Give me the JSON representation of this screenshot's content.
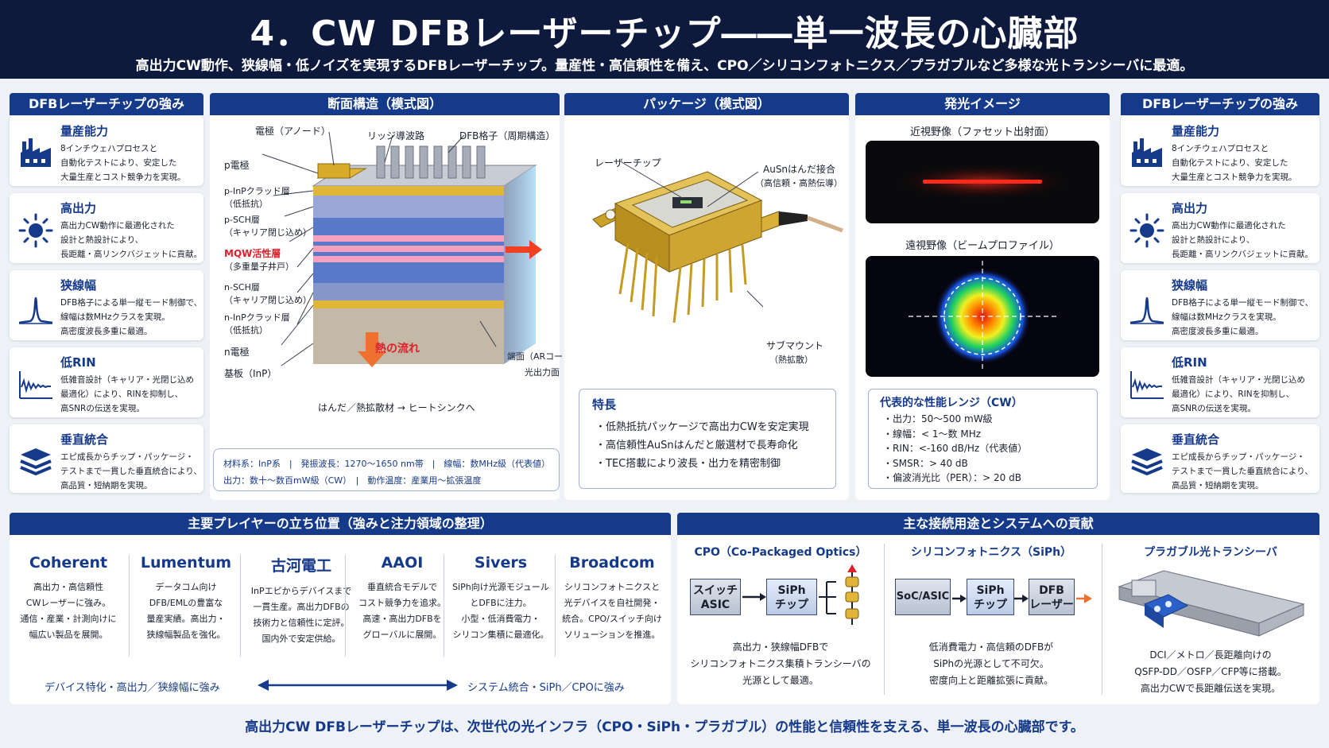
{
  "header": {
    "title": "4．CW DFBレーザーチップ――単一波長の心臓部",
    "subtitle": "高出力CW動作、狭線幅・低ノイズを実現するDFBレーザーチップ。量産性・高信頼性を備え、CPO／シリコンフォトニクス／プラガブルなど多様な光トランシーバに最適。"
  },
  "colors": {
    "navy": "#0e1a3d",
    "accent": "#163a8a",
    "red": "#e0202a",
    "gold": "#c9a227"
  },
  "strengths_left": {
    "title": "DFBレーザーチップの強み",
    "items": [
      {
        "title": "量産能力",
        "icon": "factory-icon",
        "lines": [
          "8インチウェハプロセスと",
          "自動化テストにより、安定した",
          "大量生産とコスト競争力を実現。"
        ]
      },
      {
        "title": "高出力",
        "icon": "sun-icon",
        "lines": [
          "高出力CW動作に最適化された",
          "設計と熱設計により、",
          "長距離・高リンクバジェットに貢献。"
        ]
      },
      {
        "title": "狭線幅",
        "icon": "spectrum-peak-icon",
        "lines": [
          "DFB格子による単一縦モード制御で、",
          "線幅は数MHzクラスを実現。",
          "高密度波長多重に最適。"
        ]
      },
      {
        "title": "低RIN",
        "icon": "noise-wave-icon",
        "lines": [
          "低雑音設計（キャリア・光閉じ込め",
          "最適化）により、RINを抑制し、",
          "高SNRの伝送を実現。"
        ]
      },
      {
        "title": "垂直統合",
        "icon": "layers-icon",
        "lines": [
          "エピ成長からチップ・パッケージ・",
          "テストまで一貫した垂直統合により、",
          "高品質・短納期を実現。"
        ]
      }
    ]
  },
  "strengths_right": {
    "title": "DFBレーザーチップの強み",
    "items": [
      {
        "title": "量産能力",
        "icon": "factory-icon",
        "lines": [
          "8インチウェハプロセスと",
          "自動化テストにより、安定した",
          "大量生産とコスト競争力を実現。"
        ]
      },
      {
        "title": "高出力",
        "icon": "sun-icon",
        "lines": [
          "高出力CW動作に最適化された",
          "設計と熱設計により、",
          "長距離・高リンクバジェットに貢献。"
        ]
      },
      {
        "title": "狭線幅",
        "icon": "spectrum-peak-icon",
        "lines": [
          "DFB格子による単一縦モード制御で、",
          "線幅は数MHzクラスを実現。",
          "高密度波長多重に最適。"
        ]
      },
      {
        "title": "低RIN",
        "icon": "noise-wave-icon",
        "lines": [
          "低雑音設計（キャリア・光閉じ込め",
          "最適化）により、RINを抑制し、",
          "高SNRの伝送を実現。"
        ]
      },
      {
        "title": "垂直統合",
        "icon": "layers-icon",
        "lines": [
          "エピ成長からチップ・パッケージ・",
          "テストまで一貫した垂直統合により、",
          "高品質・短納期を実現。"
        ]
      }
    ]
  },
  "cross_section": {
    "title": "断面構造（模式図）",
    "labels": {
      "anode": "電極（アノード）",
      "ridge": "リッジ導波路",
      "grating": "DFB格子（周期構造）",
      "p_electrode": "p電極",
      "p_clad": "p-InPクラッド層",
      "p_clad_note": "（低抵抗）",
      "p_sch": "p-SCH層",
      "p_sch_note": "（キャリア閉じ込め）",
      "mqw": "MQW活性層",
      "mqw_note": "（多重量子井戸）",
      "n_sch": "n-SCH層",
      "n_sch_note": "（キャリア閉じ込め）",
      "n_clad": "n-InPクラッド層",
      "n_clad_note": "（低抵抗）",
      "n_electrode": "n電極",
      "substrate": "基板（InP）",
      "heat_flow": "熱の流れ",
      "facet": "端面（ARコート）",
      "facet_note": "光出力面",
      "heatsink": "はんだ／熱拡散材 → ヒートシンクへ"
    },
    "spec_line1": "材料系：InP系　|　発振波長：1270〜1650 nm帯　|　線幅：数MHz級（代表値）",
    "spec_line2": "出力：数十〜数百mW級（CW）　|　動作温度：産業用〜拡張温度"
  },
  "package": {
    "title": "パッケージ（模式図）",
    "label_chip": "レーザーチップ",
    "label_ausn": "AuSnはんだ接合",
    "label_ausn_note": "（高信頼・高熱伝導）",
    "label_submount": "サブマウント",
    "label_submount_note": "（熱拡散）",
    "features_title": "特長",
    "features": [
      "低熱抵抗パッケージで高出力CWを安定実現",
      "高信頼性AuSnはんだと厳選材で長寿命化",
      "TEC搭載により波長・出力を精密制御"
    ]
  },
  "emission": {
    "title": "発光イメージ",
    "near_field": "近視野像（ファセット出射面）",
    "far_field": "遠視野像（ビームプロファイル）",
    "perf_title": "代表的な性能レンジ（CW）",
    "perf": [
      "出力：50〜500 mW級",
      "線幅：< 1〜数 MHz",
      "RIN：<-160 dB/Hz（代表値）",
      "SMSR：> 40 dB",
      "偏波消光比（PER）：> 20 dB"
    ]
  },
  "players": {
    "title": "主要プレイヤーの立ち位置（強みと注力領域の整理）",
    "items": [
      {
        "name": "Coherent",
        "lines": [
          "高出力・高信頼性",
          "CWレーザーに強み。",
          "通信・産業・計測向けに",
          "幅広い製品を展開。"
        ]
      },
      {
        "name": "Lumentum",
        "lines": [
          "データコム向け",
          "DFB/EMLの豊富な",
          "量産実績。高出力・",
          "狭線幅製品を強化。"
        ]
      },
      {
        "name": "古河電工",
        "lines": [
          "InPエピからデバイスまで",
          "一貫生産。高出力DFBの",
          "技術力と信頼性に定評。",
          "国内外で安定供給。"
        ]
      },
      {
        "name": "AAOI",
        "lines": [
          "垂直統合モデルで",
          "コスト競争力を追求。",
          "高速・高出力DFBを",
          "グローバルに展開。"
        ]
      },
      {
        "name": "Sivers",
        "lines": [
          "SiPh向け光源モジュール",
          "とDFBに注力。",
          "小型・低消費電力・",
          "シリコン集積に最適化。"
        ]
      },
      {
        "name": "Broadcom",
        "lines": [
          "シリコンフォトニクスと",
          "光デバイスを自社開発・",
          "統合。CPO/スイッチ向け",
          "ソリューションを推進。"
        ]
      }
    ],
    "axis_left": "デバイス特化・高出力／狭線幅に強み",
    "axis_right": "システム統合・SiPh／CPOに強み"
  },
  "applications": {
    "title": "主な接続用途とシステムへの貢献",
    "cpo": {
      "title": "CPO（Co-Packaged Optics）",
      "block1": [
        "スイッチ",
        "ASIC"
      ],
      "block2": [
        "SiPh",
        "チップ"
      ],
      "lines": [
        "高出力・狭線幅DFBで",
        "シリコンフォトニクス集積トランシーバの",
        "光源として最適。"
      ]
    },
    "siph": {
      "title": "シリコンフォトニクス（SiPh）",
      "block1": [
        "SoC/ASIC"
      ],
      "block2": [
        "SiPh",
        "チップ"
      ],
      "block3": [
        "DFB",
        "レーザー"
      ],
      "lines": [
        "低消費電力・高信頼のDFBが",
        "SiPhの光源として不可欠。",
        "密度向上と距離拡張に貢献。"
      ]
    },
    "pluggable": {
      "title": "プラガブル光トランシーバ",
      "lines": [
        "DCI／メトロ／長距離向けの",
        "QSFP-DD／OSFP／CFP等に搭載。",
        "高出力CWで長距離伝送を実現。"
      ]
    }
  },
  "footer": "高出力CW DFBレーザーチップは、次世代の光インフラ（CPO・SiPh・プラガブル）の性能と信頼性を支える、単一波長の心臓部です。"
}
